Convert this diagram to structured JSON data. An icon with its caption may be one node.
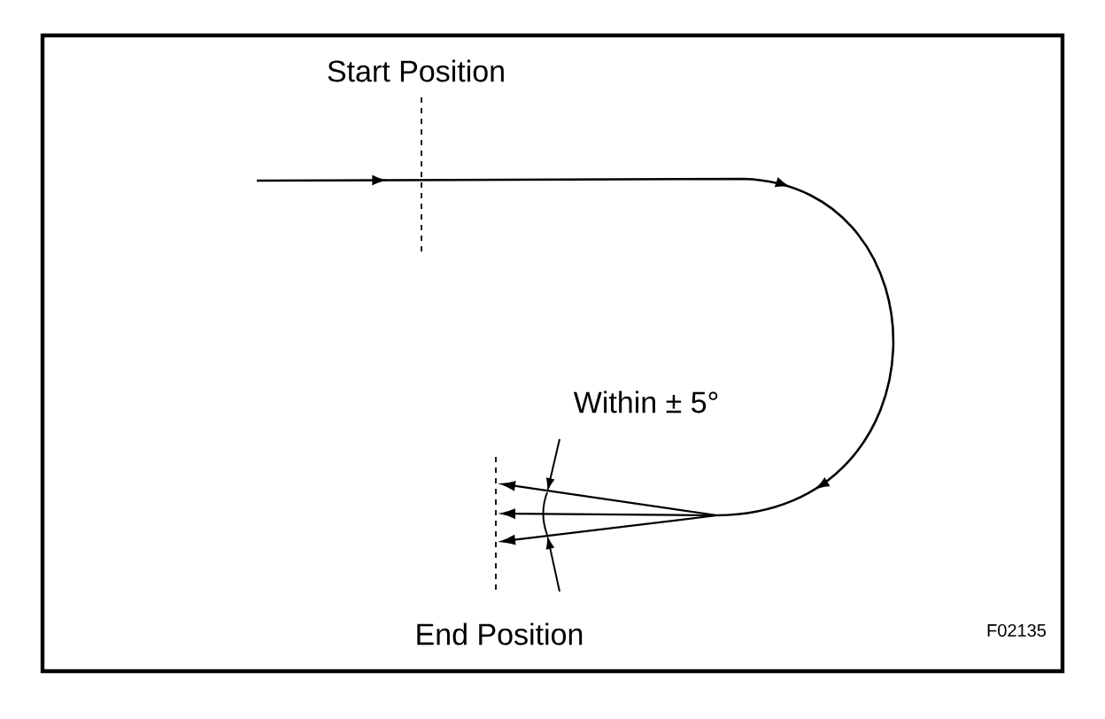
{
  "diagram": {
    "labels": [
      "Start Position",
      "Within ± 5°",
      "End Position",
      "F02135"
    ]
  }
}
